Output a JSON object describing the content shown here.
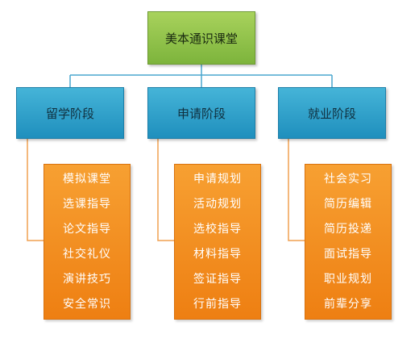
{
  "root": {
    "label": "美本通识课堂"
  },
  "stages": [
    {
      "label": "留学阶段",
      "items": [
        "模拟课堂",
        "选课指导",
        "论文指导",
        "社交礼仪",
        "演讲技巧",
        "安全常识"
      ]
    },
    {
      "label": "申请阶段",
      "items": [
        "申请规划",
        "活动规划",
        "选校指导",
        "材料指导",
        "签证指导",
        "行前指导"
      ]
    },
    {
      "label": "就业阶段",
      "items": [
        "社会实习",
        "简历编辑",
        "简历投递",
        "面试指导",
        "职业规划",
        "前辈分享"
      ]
    }
  ],
  "colors": {
    "root": "#8cc047",
    "stage": "#2ea3cc",
    "panel": "#f28c1e",
    "connector_blue": "#4aa7cf",
    "connector_orange": "#f0a050"
  }
}
